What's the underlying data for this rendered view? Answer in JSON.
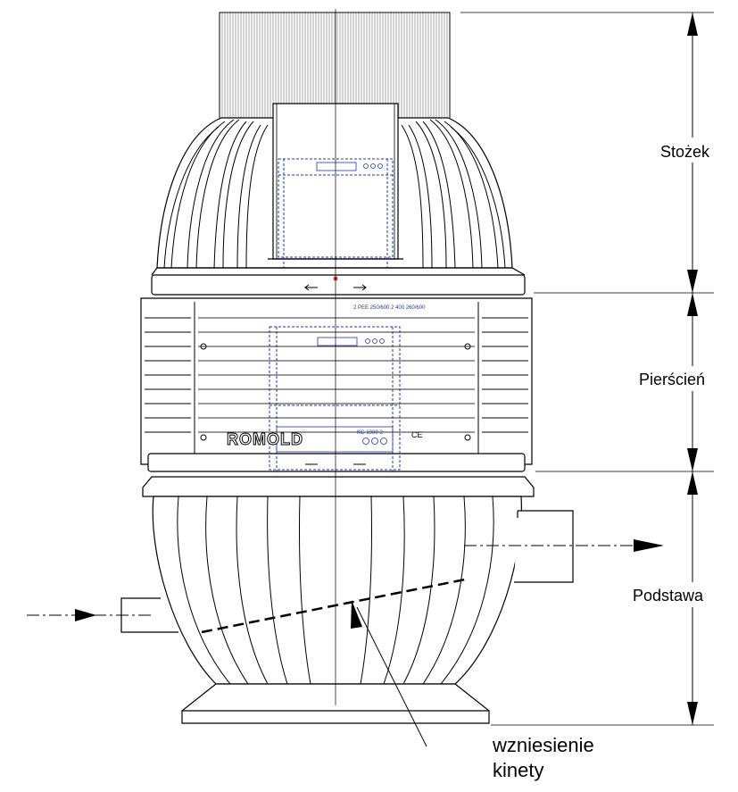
{
  "labels": {
    "cone": "Stożek",
    "ring": "Pierścień",
    "base": "Podstawa",
    "channel_rise_line1": "wzniesienie",
    "channel_rise_line2": "kinety"
  },
  "product_markings": {
    "logo": "ROMOLD",
    "ce_mark": "CE",
    "ring_marking": "2 PEE 250/600  2 400 260/600",
    "ladder_tag": "KG 1000-2"
  },
  "colors": {
    "line": "#000000",
    "hidden_line": "#1a3aa8",
    "background": "#ffffff"
  }
}
